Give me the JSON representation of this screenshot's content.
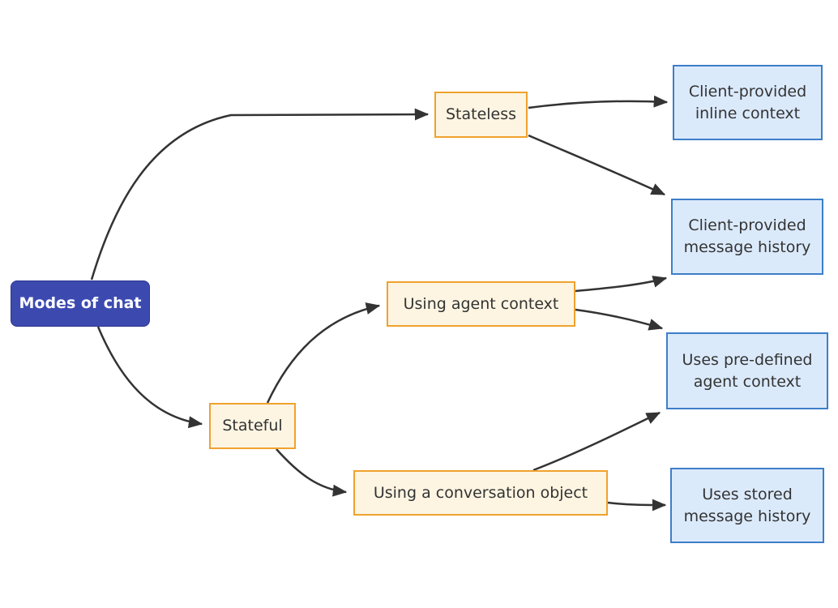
{
  "diagram": {
    "type": "flowchart-left-to-right",
    "colors": {
      "root_fill": "#3C4AB0",
      "root_border": "#2C3790",
      "root_text": "#ffffff",
      "branch_fill": "#FDF5E2",
      "branch_border": "#F0A22E",
      "leaf_fill": "#DBEAFB",
      "leaf_border": "#3D7EC8",
      "edge_stroke": "#333333",
      "node_text": "#333333",
      "background": "#ffffff"
    },
    "nodes": [
      {
        "id": "root",
        "kind": "root",
        "label": "Modes of chat"
      },
      {
        "id": "stateless",
        "kind": "branch",
        "label": "Stateless"
      },
      {
        "id": "stateful",
        "kind": "branch",
        "label": "Stateful"
      },
      {
        "id": "agent-ctx",
        "kind": "branch",
        "label": "Using agent context"
      },
      {
        "id": "convo",
        "kind": "branch",
        "label": "Using a conversation object"
      },
      {
        "id": "inline",
        "kind": "leaf",
        "label": "Client-provided inline context"
      },
      {
        "id": "msghist",
        "kind": "leaf",
        "label": "Client-provided message history"
      },
      {
        "id": "predef",
        "kind": "leaf",
        "label": "Uses pre-defined agent context"
      },
      {
        "id": "stored",
        "kind": "leaf",
        "label": "Uses stored message history"
      }
    ],
    "edges": [
      {
        "from": "root",
        "to": "stateless"
      },
      {
        "from": "root",
        "to": "stateful"
      },
      {
        "from": "stateless",
        "to": "inline"
      },
      {
        "from": "stateless",
        "to": "msghist"
      },
      {
        "from": "agent-ctx",
        "to": "msghist"
      },
      {
        "from": "agent-ctx",
        "to": "predef"
      },
      {
        "from": "stateful",
        "to": "agent-ctx"
      },
      {
        "from": "stateful",
        "to": "convo"
      },
      {
        "from": "convo",
        "to": "predef"
      },
      {
        "from": "convo",
        "to": "stored"
      }
    ]
  }
}
